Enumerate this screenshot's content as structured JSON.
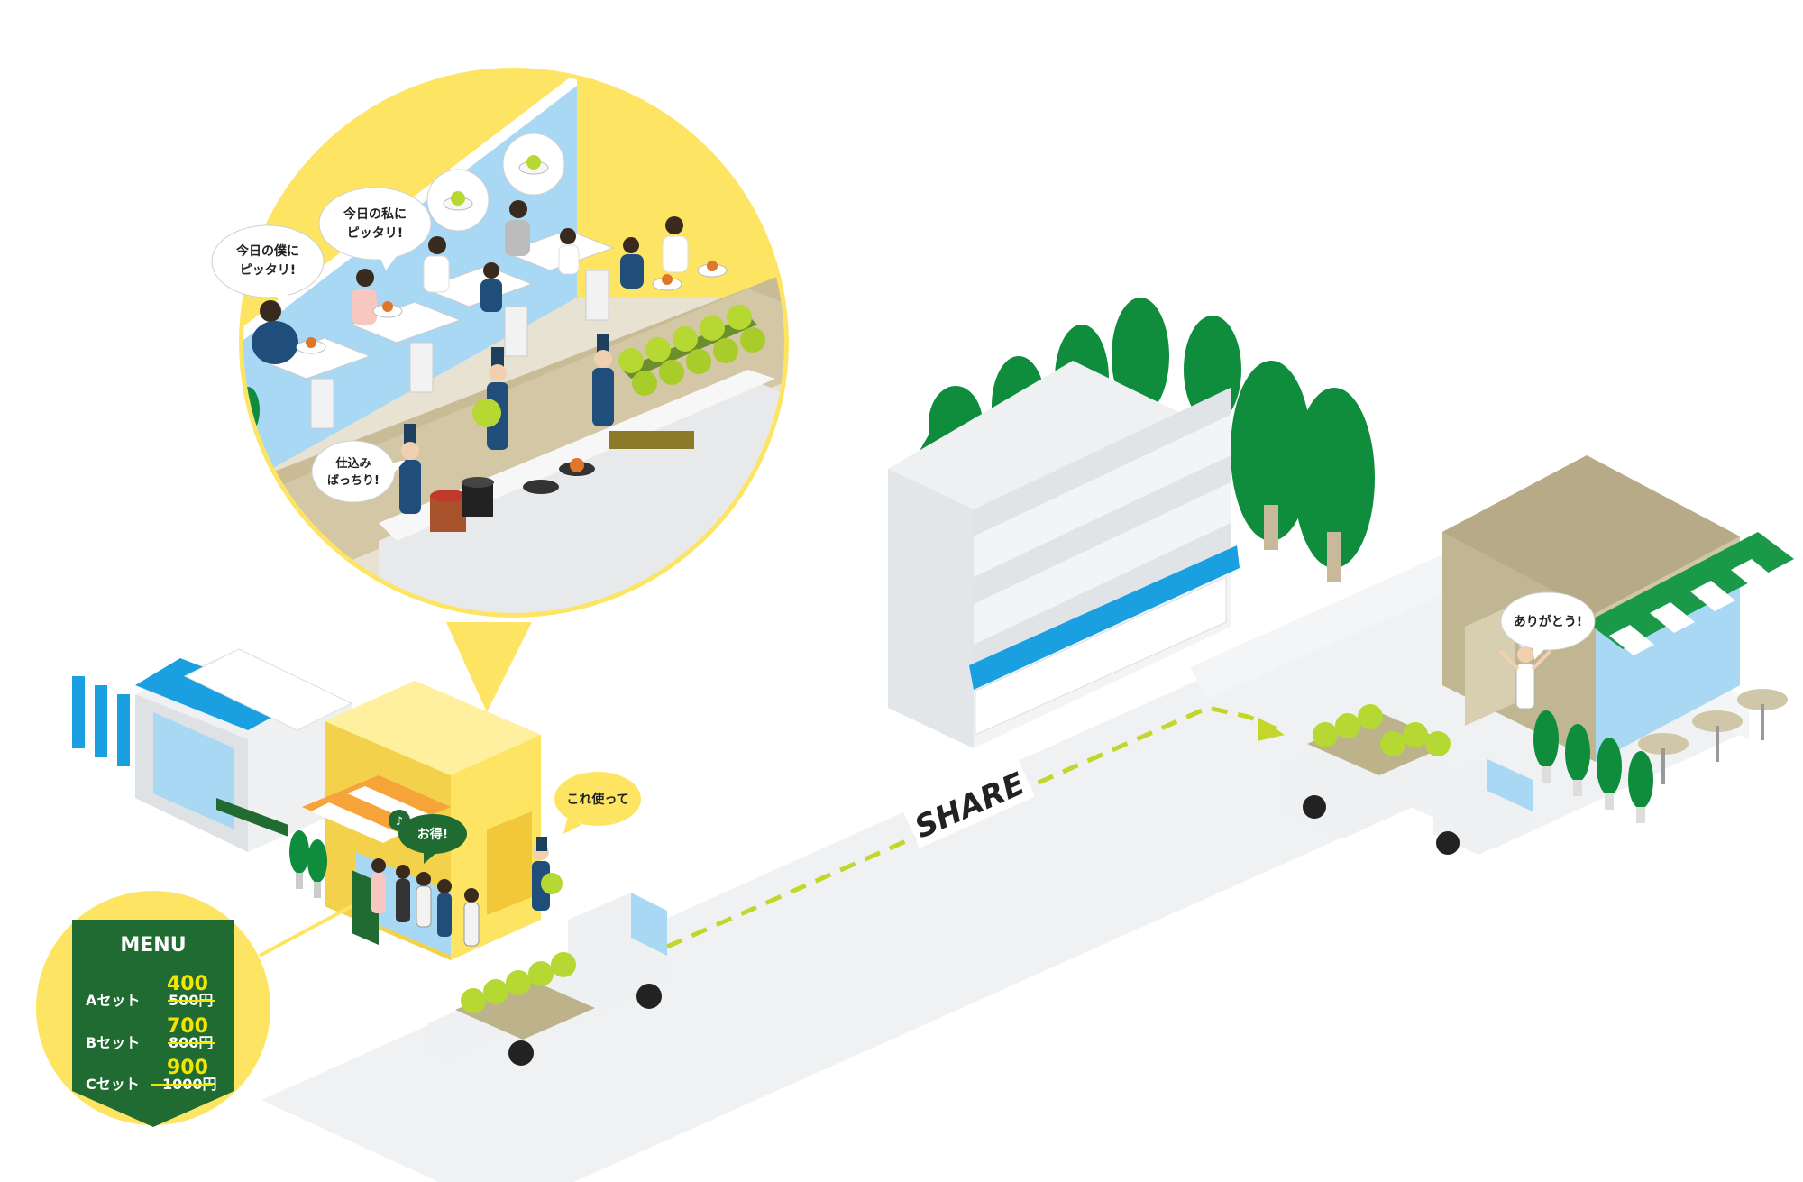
{
  "illustration": {
    "share_label": "SHARE",
    "bubbles": {
      "boku_line1": "今日の僕に",
      "boku_line2": "ピッタリ!",
      "watashi_line1": "今日の私に",
      "watashi_line2": "ピッタリ!",
      "shikomi_line1": "仕込み",
      "shikomi_line2": "ばっちり!",
      "koretsukatte": "これ使って",
      "otoku": "お得!",
      "arigatou": "ありがとう!"
    },
    "menu": {
      "title": "MENU",
      "items": [
        {
          "name": "Aセット",
          "new_price": "400",
          "old_price": "500円"
        },
        {
          "name": "Bセット",
          "new_price": "700",
          "old_price": "800円"
        },
        {
          "name": "Cセット",
          "new_price": "900",
          "old_price": "1000円"
        }
      ]
    },
    "colors": {
      "yellow": "#fde563",
      "green_dark": "#1f6b32",
      "green_tree": "#0f8c3c",
      "blue_awning": "#1aa0e0",
      "sky_blue": "#a8d8f3",
      "lettuce": "#b5d932",
      "arrow": "#c3d629",
      "menu_price": "#f3e500"
    }
  }
}
